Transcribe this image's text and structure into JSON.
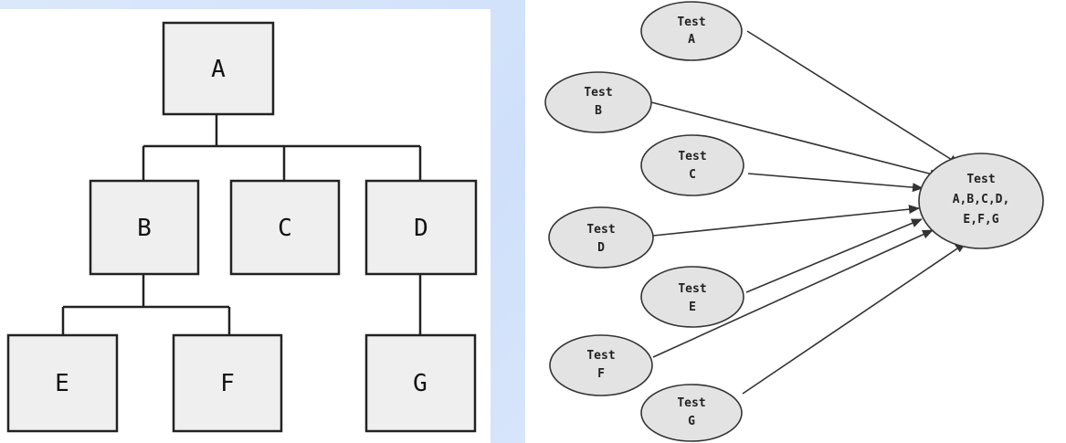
{
  "tree": {
    "boxes": {
      "A": "A",
      "B": "B",
      "C": "C",
      "D": "D",
      "E": "E",
      "F": "F",
      "G": "G"
    }
  },
  "graph": {
    "nodes": {
      "A": [
        "Test",
        "A"
      ],
      "B": [
        "Test",
        "B"
      ],
      "C": [
        "Test",
        "C"
      ],
      "D": [
        "Test",
        "D"
      ],
      "E": [
        "Test",
        "E"
      ],
      "F": [
        "Test",
        "F"
      ],
      "G": [
        "Test",
        "G"
      ],
      "target": [
        "Test",
        "A,B,C,D,",
        "E,F,G"
      ]
    }
  }
}
